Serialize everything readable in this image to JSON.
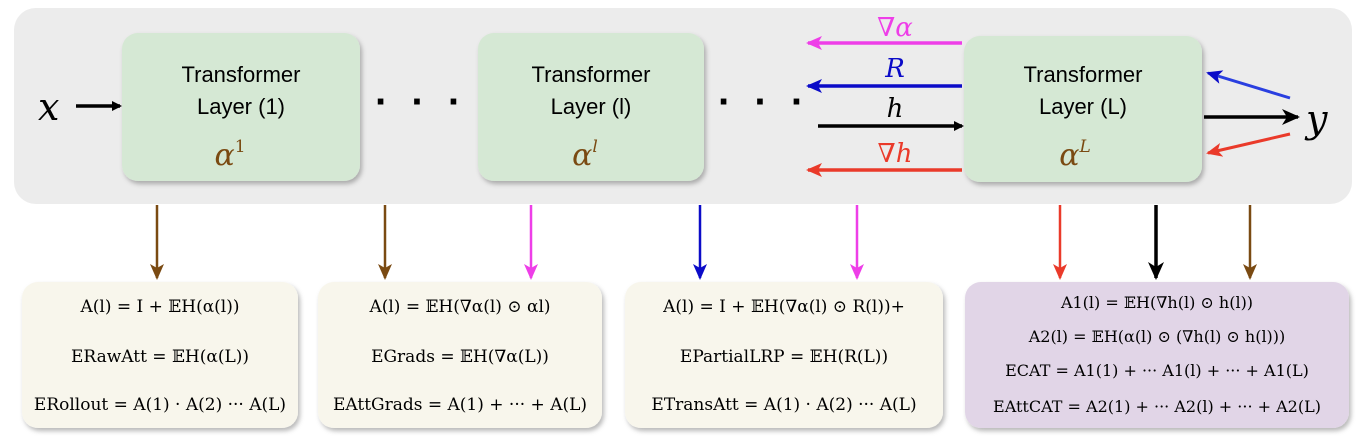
{
  "input_symbol": "x",
  "output_symbol": "y",
  "ellipsis": "· · ·",
  "layers": [
    {
      "name": "Transformer",
      "label": "Layer (1)",
      "alpha": "α",
      "alpha_sup": "1"
    },
    {
      "name": "Transformer",
      "label": "Layer (l)",
      "alpha": "α",
      "alpha_sup": "l"
    },
    {
      "name": "Transformer",
      "label": "Layer (L)",
      "alpha": "α",
      "alpha_sup": "L"
    }
  ],
  "flows": {
    "grad_alpha": "∇α",
    "relevance": "R",
    "hidden": "h",
    "grad_hidden": "∇h"
  },
  "colors": {
    "panel_bg": "#ececec",
    "layer_fill": "#d5e8d4",
    "box_fill": "#f8f6ec",
    "box_purple": "#e1d5e7",
    "magenta": "#ee3ee8",
    "blue": "#0b0bc8",
    "black": "#000000",
    "red": "#ea3a2a",
    "brown": "#7a4a12"
  },
  "formula_boxes": [
    {
      "lines": [
        "A(l) = I + 𝔼H(α(l))",
        "ERawAtt = 𝔼H(α(L))",
        "ERollout = A(1) · A(2) ··· A(L)"
      ]
    },
    {
      "lines": [
        "A(l) = 𝔼H(∇α(l) ⊙ αl)",
        "EGrads = 𝔼H(∇α(L))",
        "EAttGrads = A(1) + ··· + A(L)"
      ]
    },
    {
      "lines": [
        "A(l) = I + 𝔼H(∇α(l) ⊙ R(l))+",
        "EPartialLRP = 𝔼H(R(L))",
        "ETransAtt = A(1) · A(2) ··· A(L)"
      ]
    },
    {
      "lines": [
        "A1(l) = 𝔼H(∇h(l) ⊙ h(l))",
        "A2(l) = 𝔼H(α(l) ⊙ (∇h(l) ⊙ h(l)))",
        "ECAT = A1(1) + ··· A1(l) + ··· + A1(L)",
        "EAttCAT = A2(1) + ··· A2(l) + ··· + A2(L)"
      ]
    }
  ]
}
